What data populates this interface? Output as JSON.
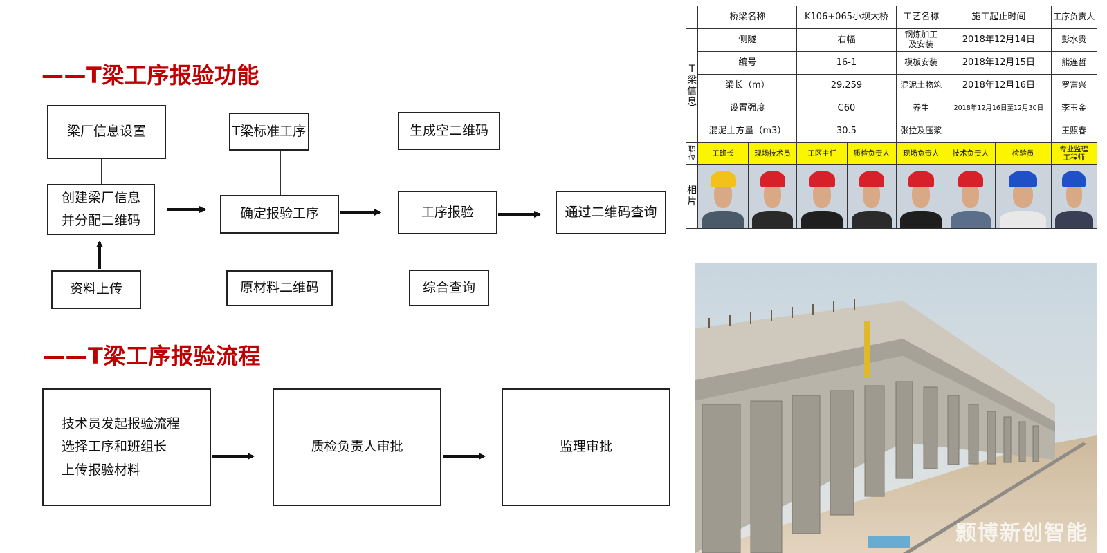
{
  "functions": {
    "title": "——T梁工序报验功能",
    "beam_factory_setup": "梁厂信息设置",
    "create_factory_info": "创建梁厂信息\n并分配二维码",
    "material_upload": "资料上传",
    "t_beam_standard_process": "T梁标准工序",
    "determine_process": "确定报验工序",
    "raw_material_qr": "原材料二维码",
    "generate_empty_qr": "生成空二维码",
    "process_inspection": "工序报验",
    "comprehensive_query": "综合查询",
    "query_via_qr": "通过二维码查询"
  },
  "flow": {
    "title": "——T梁工序报验流程",
    "step1": "技术员发起报验流程\n选择工序和班组长\n上传报验材料",
    "step2": "质检负责人审批",
    "step3": "监理审批"
  },
  "info_table": {
    "side_label_beam": "T\n梁\n信\n息",
    "side_label_position": "职\n位",
    "side_label_photo": "相\n片",
    "header": {
      "bridge_name_label": "桥梁名称",
      "bridge_name": "K106+065小坝大桥",
      "process_name_label": "工艺名称",
      "time_label": "施工起止时间",
      "person_label": "工序负责人"
    },
    "rows": [
      {
        "label": "侧隧",
        "value": "右幅",
        "process": "钢炼加工\n及安装",
        "time": "2018年12月14日",
        "person": "彭水贵"
      },
      {
        "label": "编号",
        "value": "16-1",
        "process": "模板安装",
        "time": "2018年12月15日",
        "person": "熊连哲"
      },
      {
        "label": "梁长（m）",
        "value": "29.259",
        "process": "混泥土物筑",
        "time": "2018年12月16日",
        "person": "罗富兴"
      },
      {
        "label": "设置强度",
        "value": "C60",
        "process": "养生",
        "time": "2018年12月16日至12月30日",
        "person": "李玉金"
      },
      {
        "label": "混泥土方量（m3）",
        "value": "30.5",
        "process": "张拉及压浆",
        "time": "",
        "person": "王照春"
      }
    ],
    "roles": [
      "工班长",
      "现场技术员",
      "工区主任",
      "质检负责人",
      "现场负责人",
      "技术负责人",
      "检验员",
      "专业监理\n工程师"
    ],
    "helmet_colors": [
      "#f2c21a",
      "#d8202a",
      "#d8202a",
      "#d8202a",
      "#d8202a",
      "#d8202a",
      "#2050c8",
      "#2050c8"
    ],
    "shirt_colors": [
      "#4a5a68",
      "#2a2a2a",
      "#1f1f1f",
      "#2b2b2b",
      "#1e1e1e",
      "#5b6f8a",
      "#e8e8e8",
      "#3a3f55"
    ]
  },
  "watermark": "颢博新创智能",
  "colors": {
    "title_red": "#c00000",
    "role_yellow": "#fbf500"
  }
}
